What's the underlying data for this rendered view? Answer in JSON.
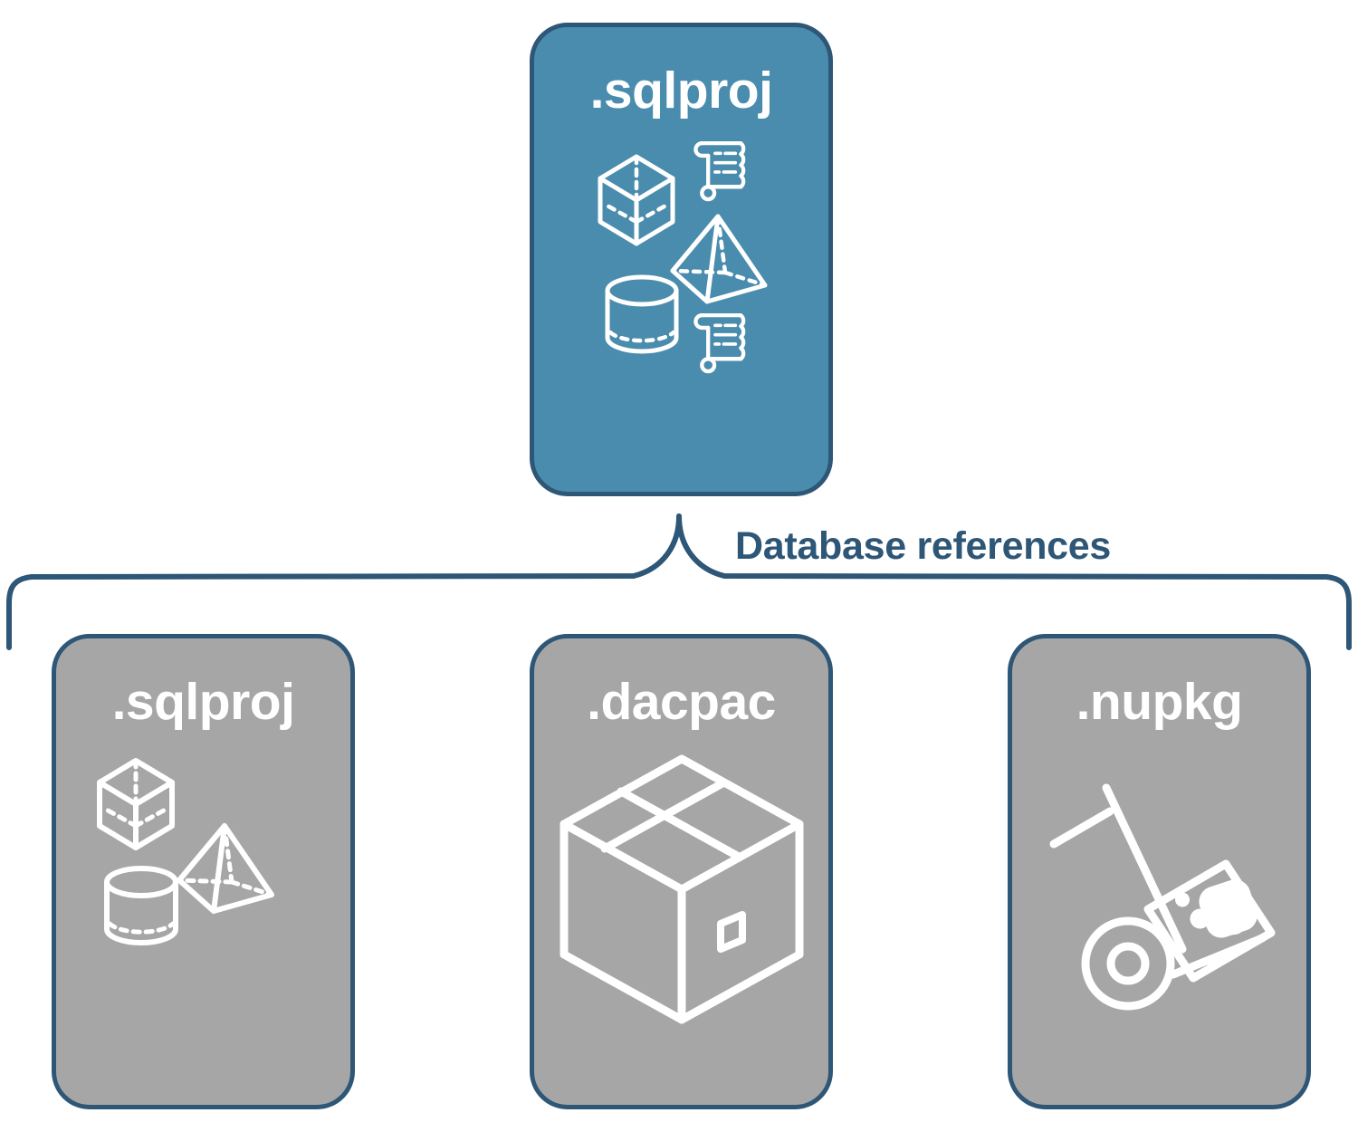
{
  "diagram": {
    "title": "Database references diagram",
    "connector_label": "Database references",
    "colors": {
      "accent_blue": "#4A8CAD",
      "border_navy": "#2E5676",
      "neutral_gray": "#A6A6A6",
      "icon_white": "#FFFFFF",
      "background": "#FFFFFF"
    }
  },
  "root_card": {
    "label": ".sqlproj",
    "fill": "#4A8CAD",
    "icons": [
      "cube-wireframe-icon",
      "pyramid-wireframe-icon",
      "cylinder-wireframe-icon",
      "scroll-icon",
      "scroll-icon"
    ]
  },
  "reference_cards": [
    {
      "label": ".sqlproj",
      "fill": "#A6A6A6",
      "icons": [
        "cube-wireframe-icon",
        "pyramid-wireframe-icon",
        "cylinder-wireframe-icon"
      ]
    },
    {
      "label": ".dacpac",
      "fill": "#A6A6A6",
      "icons": [
        "package-box-icon"
      ]
    },
    {
      "label": ".nupkg",
      "fill": "#A6A6A6",
      "icons": [
        "hand-truck-icon",
        "nuget-crate-icon"
      ]
    }
  ]
}
